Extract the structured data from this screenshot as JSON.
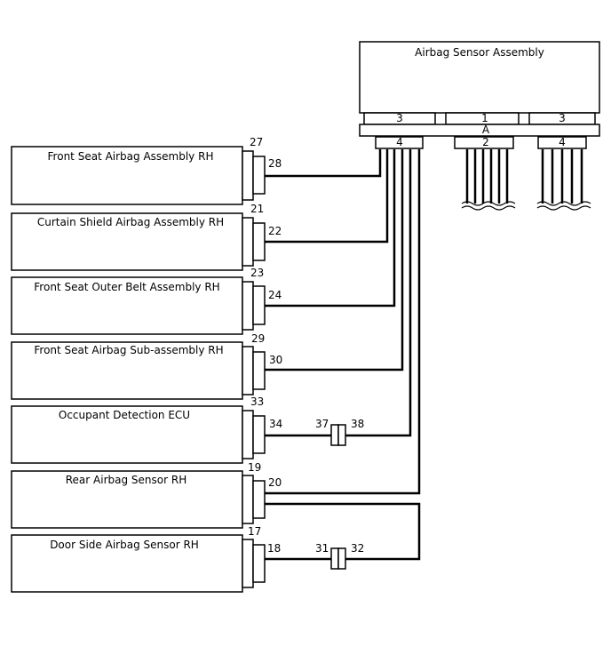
{
  "sensor": {
    "title": "Airbag Sensor Assembly",
    "connector_top": [
      "3",
      "1",
      "3"
    ],
    "connector_label": "A",
    "connector_bottom": [
      "4",
      "2",
      "4"
    ]
  },
  "components": [
    {
      "name": "Front Seat Airbag Assembly RH",
      "pin_top": "27",
      "pin_bottom": "28"
    },
    {
      "name": "Curtain Shield Airbag Assembly RH",
      "pin_top": "21",
      "pin_bottom": "22"
    },
    {
      "name": "Front Seat Outer Belt Assembly RH",
      "pin_top": "23",
      "pin_bottom": "24"
    },
    {
      "name": "Front Seat Airbag Sub-assembly RH",
      "pin_top": "29",
      "pin_bottom": "30"
    },
    {
      "name": "Occupant Detection ECU",
      "pin_top": "33",
      "pin_bottom": "34"
    },
    {
      "name": "Rear Airbag Sensor RH",
      "pin_top": "19",
      "pin_bottom": "20"
    },
    {
      "name": "Door Side Airbag Sensor RH",
      "pin_top": "17",
      "pin_bottom": "18"
    }
  ],
  "junctions": [
    {
      "left": "37",
      "right": "38"
    },
    {
      "left": "31",
      "right": "32"
    }
  ]
}
